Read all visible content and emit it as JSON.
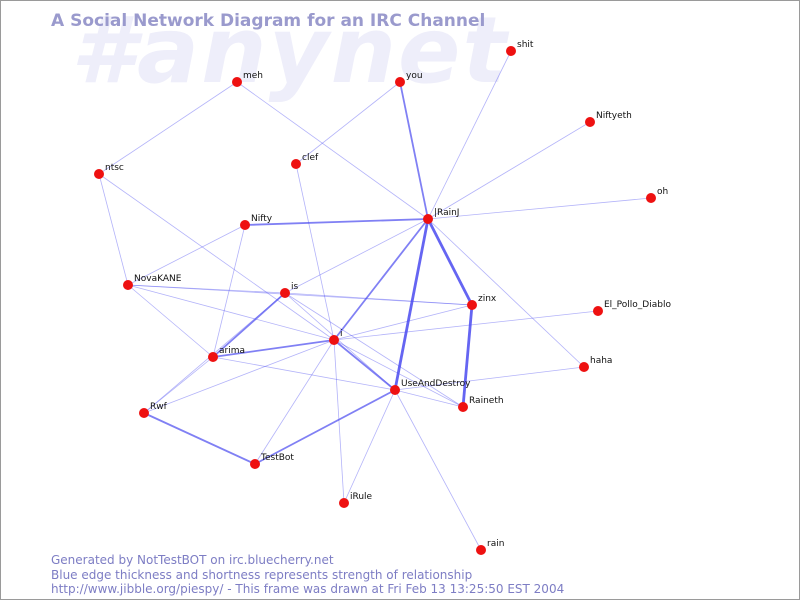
{
  "header": {
    "title": "A Social Network Diagram for an IRC Channel",
    "watermark": "#anynet"
  },
  "footer": {
    "line1": "Generated by NotTestBOT on irc.bluecherry.net",
    "line2": "Blue edge thickness and shortness represents strength of relationship",
    "line3": "http://www.jibble.org/piespy/ - This frame was drawn at Fri Feb 13 13:25:50 EST 2004"
  },
  "colors": {
    "node": "#ee1111",
    "edge": "#4a4af0",
    "title": "#9a9acd",
    "footer": "#7d7dc4",
    "watermark": "#eeeefa"
  },
  "graph": {
    "nodes": [
      {
        "id": "shit",
        "label": "shit"
      },
      {
        "id": "meh",
        "label": "meh"
      },
      {
        "id": "you",
        "label": "you"
      },
      {
        "id": "niftyeth",
        "label": "Niftyeth"
      },
      {
        "id": "clef",
        "label": "clef"
      },
      {
        "id": "ntsc",
        "label": "ntsc"
      },
      {
        "id": "oh",
        "label": "oh"
      },
      {
        "id": "irainj",
        "label": "|RainJ"
      },
      {
        "id": "nifty",
        "label": "Nifty"
      },
      {
        "id": "novakane",
        "label": "NovaKANE"
      },
      {
        "id": "is",
        "label": "is"
      },
      {
        "id": "zinx",
        "label": "zinx"
      },
      {
        "id": "el_pollo",
        "label": "El_Pollo_Diablo"
      },
      {
        "id": "i",
        "label": "i"
      },
      {
        "id": "arima",
        "label": "arima"
      },
      {
        "id": "haha",
        "label": "haha"
      },
      {
        "id": "useanddestroy",
        "label": "UseAndDestroy"
      },
      {
        "id": "rwf",
        "label": "Rwf"
      },
      {
        "id": "raineth",
        "label": "Raineth"
      },
      {
        "id": "testbot",
        "label": "TestBot"
      },
      {
        "id": "irule",
        "label": "iRule"
      },
      {
        "id": "rain",
        "label": "rain"
      }
    ],
    "edges": [
      {
        "from": "meh",
        "to": "ntsc",
        "weight": 1
      },
      {
        "from": "meh",
        "to": "irainj",
        "weight": 1
      },
      {
        "from": "you",
        "to": "irainj",
        "weight": 2
      },
      {
        "from": "you",
        "to": "clef",
        "weight": 1
      },
      {
        "from": "shit",
        "to": "irainj",
        "weight": 1
      },
      {
        "from": "niftyeth",
        "to": "irainj",
        "weight": 1
      },
      {
        "from": "oh",
        "to": "irainj",
        "weight": 1
      },
      {
        "from": "nifty",
        "to": "irainj",
        "weight": 2
      },
      {
        "from": "clef",
        "to": "i",
        "weight": 1
      },
      {
        "from": "ntsc",
        "to": "novakane",
        "weight": 1
      },
      {
        "from": "ntsc",
        "to": "i",
        "weight": 1
      },
      {
        "from": "irainj",
        "to": "is",
        "weight": 1
      },
      {
        "from": "irainj",
        "to": "i",
        "weight": 2
      },
      {
        "from": "irainj",
        "to": "zinx",
        "weight": 3
      },
      {
        "from": "irainj",
        "to": "useanddestroy",
        "weight": 3
      },
      {
        "from": "irainj",
        "to": "haha",
        "weight": 1
      },
      {
        "from": "nifty",
        "to": "novakane",
        "weight": 1
      },
      {
        "from": "nifty",
        "to": "arima",
        "weight": 1
      },
      {
        "from": "novakane",
        "to": "is",
        "weight": 1
      },
      {
        "from": "novakane",
        "to": "zinx",
        "weight": 1
      },
      {
        "from": "novakane",
        "to": "i",
        "weight": 1
      },
      {
        "from": "novakane",
        "to": "arima",
        "weight": 1
      },
      {
        "from": "is",
        "to": "zinx",
        "weight": 1
      },
      {
        "from": "is",
        "to": "arima",
        "weight": 2
      },
      {
        "from": "is",
        "to": "rwf",
        "weight": 1
      },
      {
        "from": "is",
        "to": "raineth",
        "weight": 1
      },
      {
        "from": "is",
        "to": "useanddestroy",
        "weight": 1
      },
      {
        "from": "zinx",
        "to": "raineth",
        "weight": 3
      },
      {
        "from": "zinx",
        "to": "i",
        "weight": 1
      },
      {
        "from": "el_pollo",
        "to": "i",
        "weight": 1
      },
      {
        "from": "i",
        "to": "arima",
        "weight": 2
      },
      {
        "from": "i",
        "to": "useanddestroy",
        "weight": 2
      },
      {
        "from": "i",
        "to": "raineth",
        "weight": 1
      },
      {
        "from": "i",
        "to": "rwf",
        "weight": 1
      },
      {
        "from": "i",
        "to": "testbot",
        "weight": 1
      },
      {
        "from": "i",
        "to": "irule",
        "weight": 1
      },
      {
        "from": "arima",
        "to": "useanddestroy",
        "weight": 1
      },
      {
        "from": "arima",
        "to": "rwf",
        "weight": 1
      },
      {
        "from": "haha",
        "to": "useanddestroy",
        "weight": 1
      },
      {
        "from": "useanddestroy",
        "to": "raineth",
        "weight": 1
      },
      {
        "from": "useanddestroy",
        "to": "testbot",
        "weight": 2
      },
      {
        "from": "useanddestroy",
        "to": "irule",
        "weight": 1
      },
      {
        "from": "useanddestroy",
        "to": "rain",
        "weight": 1
      },
      {
        "from": "rwf",
        "to": "testbot",
        "weight": 2
      }
    ]
  }
}
